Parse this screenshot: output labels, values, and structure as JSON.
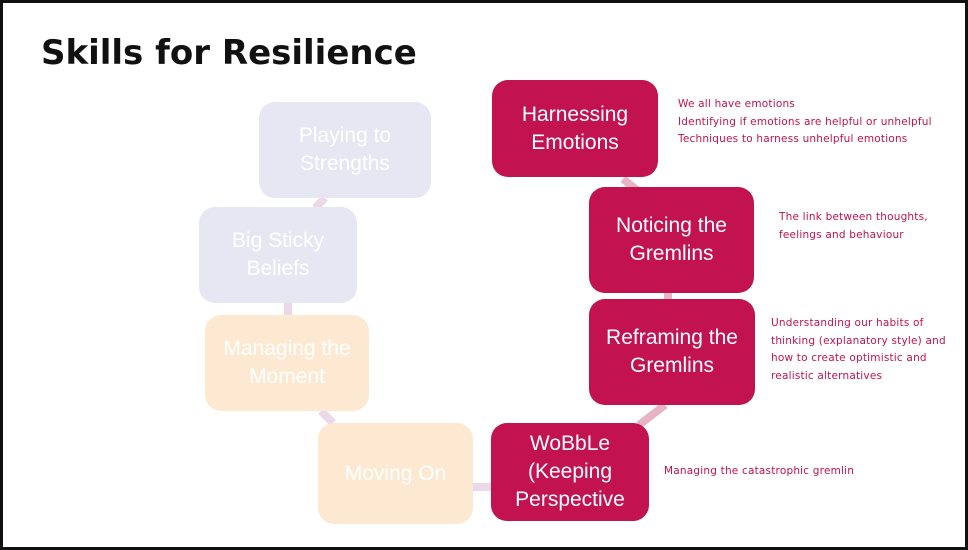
{
  "slide": {
    "title": "Skills for Resilience",
    "colors": {
      "active": "#c2124f",
      "faded_purple": "#e7e6f3",
      "faded_orange": "#fde9d2",
      "connector_active": "#e7b4c3",
      "connector_faded": "#ebd9e8"
    }
  },
  "cycle": [
    {
      "id": "harnessing",
      "lines": [
        "Harnessing",
        "Emotions"
      ],
      "state": "active",
      "notes": [
        "We all have emotions",
        "Identifying if emotions are helpful or unhelpful",
        "Techniques to harness unhelpful emotions"
      ]
    },
    {
      "id": "noticing",
      "lines": [
        "Noticing the",
        "Gremlins"
      ],
      "state": "active",
      "notes": [
        "The link between thoughts,",
        "feelings and behaviour"
      ]
    },
    {
      "id": "reframing",
      "lines": [
        "Reframing the",
        "Gremlins"
      ],
      "state": "active",
      "notes": [
        "Understanding our habits of",
        "thinking (explanatory style) and",
        "how to create optimistic and",
        "realistic alternatives"
      ]
    },
    {
      "id": "wobble",
      "lines": [
        "WoBbLe",
        "(Keeping",
        "Perspective"
      ],
      "state": "active",
      "notes": [
        "Managing the catastrophic gremlin"
      ]
    },
    {
      "id": "moving-on",
      "lines": [
        "Moving On"
      ],
      "state": "faded"
    },
    {
      "id": "managing",
      "lines": [
        "Managing the",
        "Moment"
      ],
      "state": "faded"
    },
    {
      "id": "beliefs",
      "lines": [
        "Big Sticky",
        "Beliefs"
      ],
      "state": "faded"
    },
    {
      "id": "strengths",
      "lines": [
        "Playing to",
        "Strengths"
      ],
      "state": "faded"
    }
  ]
}
